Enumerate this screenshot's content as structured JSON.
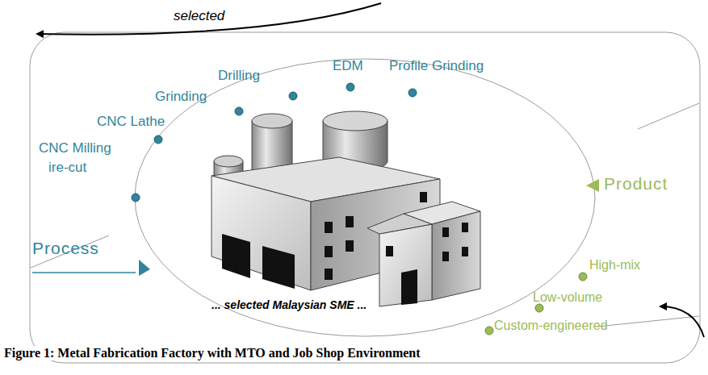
{
  "diagram": {
    "caption": "Figure 1: Metal Fabrication Factory with MTO and Job Shop Environment",
    "labels": [
      "selected",
      "Drilling",
      "EDM",
      "Profile Grinding",
      "Grinding",
      "CNC Lathe",
      "CNC Milling",
      "ire-cut",
      "Process",
      "Product",
      "High-mix",
      "Low-volume",
      "Custom-engineered",
      "... selected Malaysian SME ..."
    ]
  }
}
